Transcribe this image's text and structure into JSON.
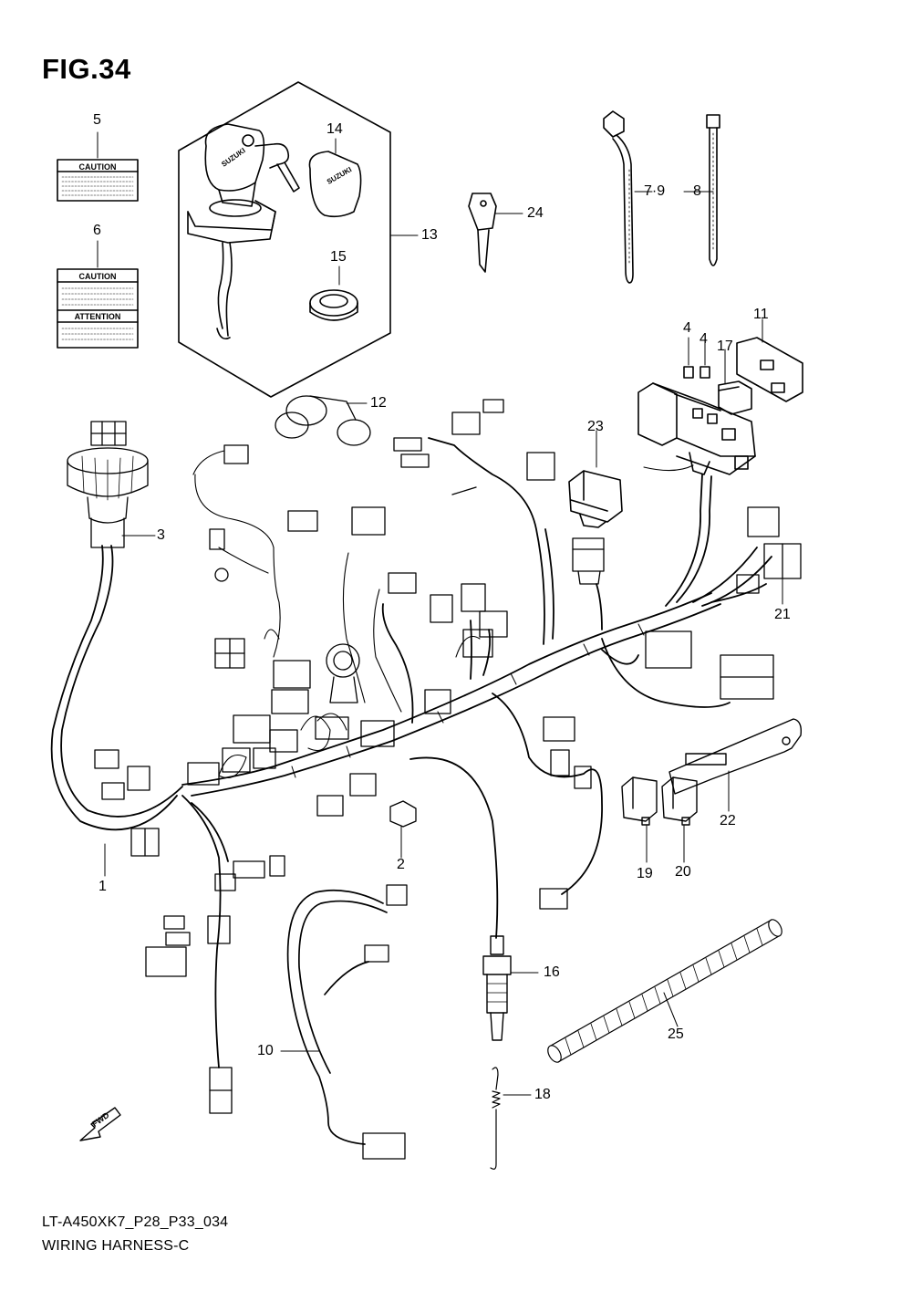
{
  "figure": {
    "title": "FIG.34",
    "code": "LT-A450XK7_P28_P33_034",
    "name": "WIRING HARNESS-C"
  },
  "labels": {
    "caution_5": "CAUTION",
    "caution_6": "CAUTION",
    "attention_6": "ATTENTION",
    "key_brand_1": "SUZUKI",
    "key_brand_2": "SUZUKI",
    "fwd": "FWD"
  },
  "callouts": [
    {
      "id": "p1",
      "label": "1"
    },
    {
      "id": "p2",
      "label": "2"
    },
    {
      "id": "p3",
      "label": "3"
    },
    {
      "id": "p4a",
      "label": "4"
    },
    {
      "id": "p4b",
      "label": "4"
    },
    {
      "id": "p5",
      "label": "5"
    },
    {
      "id": "p6",
      "label": "6"
    },
    {
      "id": "p79",
      "label": "7·9"
    },
    {
      "id": "p8",
      "label": "8"
    },
    {
      "id": "p10",
      "label": "10"
    },
    {
      "id": "p11",
      "label": "11"
    },
    {
      "id": "p12",
      "label": "12"
    },
    {
      "id": "p13",
      "label": "13"
    },
    {
      "id": "p14",
      "label": "14"
    },
    {
      "id": "p15",
      "label": "15"
    },
    {
      "id": "p16",
      "label": "16"
    },
    {
      "id": "p17",
      "label": "17"
    },
    {
      "id": "p18",
      "label": "18"
    },
    {
      "id": "p19",
      "label": "19"
    },
    {
      "id": "p20",
      "label": "20"
    },
    {
      "id": "p21",
      "label": "21"
    },
    {
      "id": "p22",
      "label": "22"
    },
    {
      "id": "p23",
      "label": "23"
    },
    {
      "id": "p24",
      "label": "24"
    },
    {
      "id": "p25",
      "label": "25"
    }
  ]
}
